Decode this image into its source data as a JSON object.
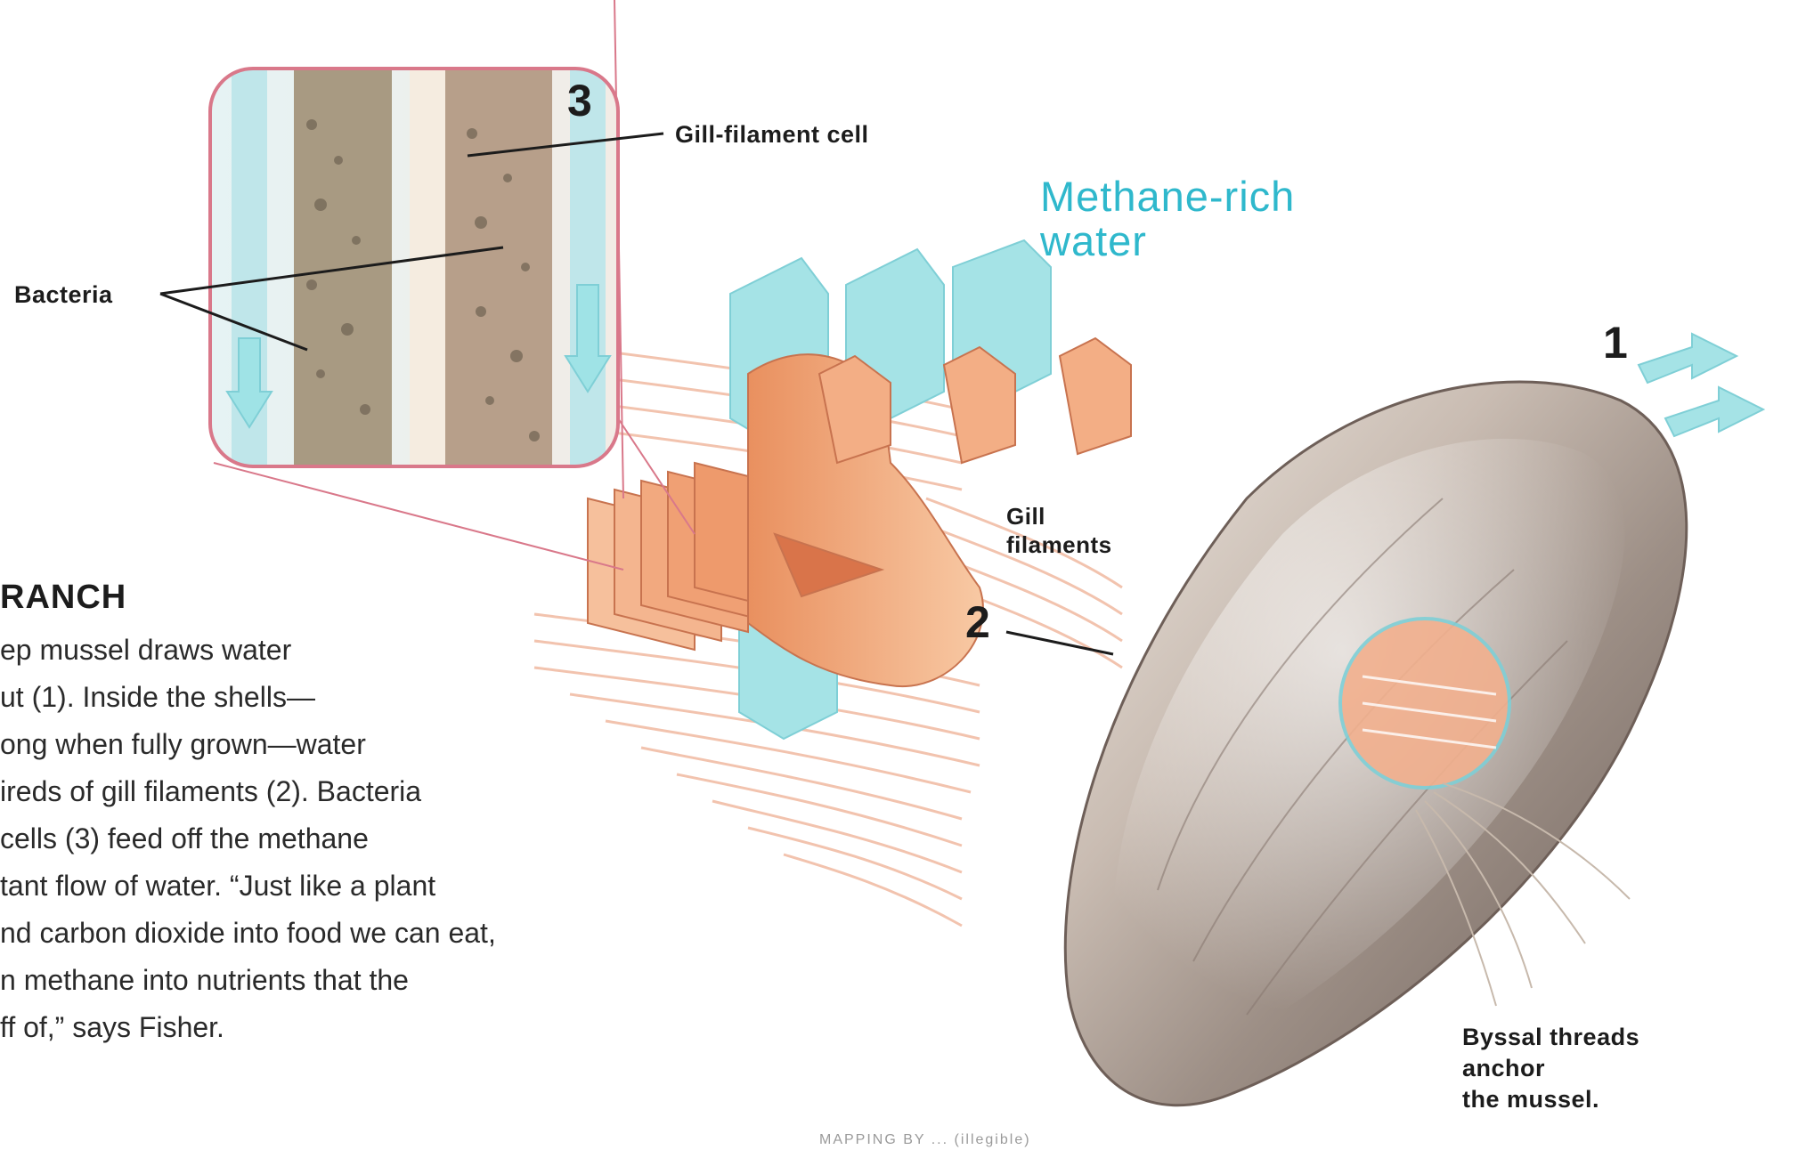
{
  "labels": {
    "gill_filament_cell": "Gill-filament cell",
    "bacteria": "Bacteria",
    "methane_rich_line1": "Methane-rich",
    "methane_rich_line2": "water",
    "gill_filaments_line1": "Gill",
    "gill_filaments_line2": "filaments",
    "byssal_line1": "Byssal threads",
    "byssal_line2": "anchor",
    "byssal_line3": "the mussel.",
    "num_1": "1",
    "num_2": "2",
    "num_3": "3"
  },
  "caption": {
    "heading": "RANCH",
    "lines": [
      "ep mussel draws water",
      "ut (1). Inside the shells—",
      "ong when fully grown—water",
      "ireds of gill filaments (2). Bacteria",
      "cells (3) feed off the methane",
      "tant flow of water. “Just like a plant",
      "nd carbon dioxide into food we can eat,",
      "n methane into nutrients that the",
      "ff of,” says Fisher."
    ]
  },
  "credit": "MAPPING BY ... (illegible)",
  "colors": {
    "methane_label": "#2fb8cc",
    "water_flow": "#9fe3e6",
    "gill_tissue": "#f2a37a",
    "inset_border": "#d9788a"
  }
}
